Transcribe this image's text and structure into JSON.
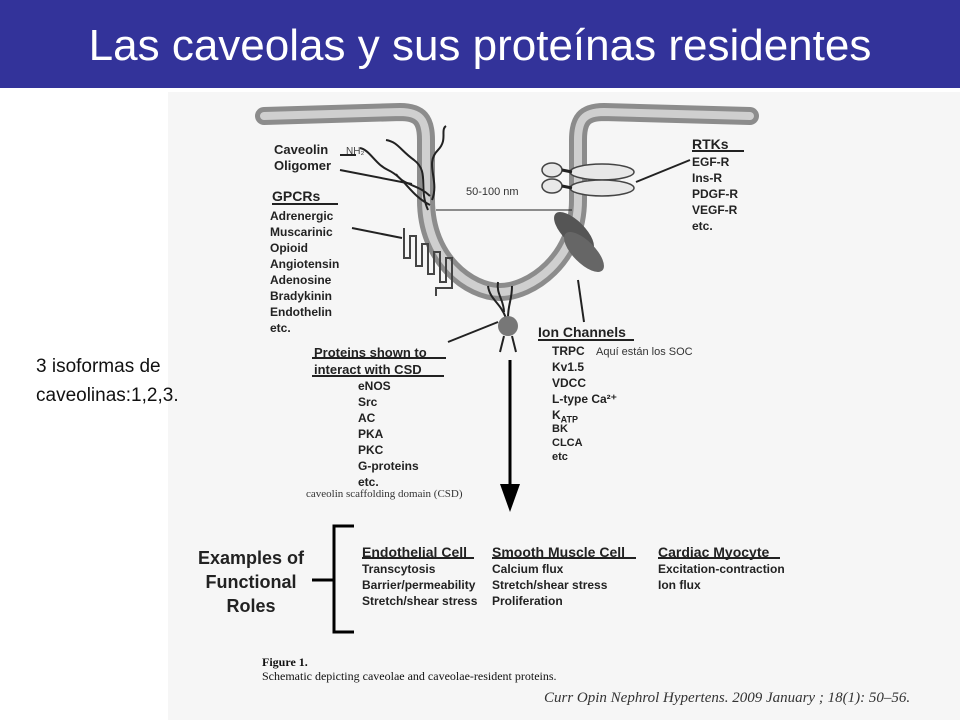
{
  "slide": {
    "title": "Las caveolas y sus proteínas residentes",
    "side_note_line1": "3 isoformas de",
    "side_note_line2": "caveolinas:1,2,3."
  },
  "figure": {
    "caveolin_title": [
      "Caveolin",
      "Oligomer"
    ],
    "nh2": "NH₂",
    "size_label": "50-100 nm",
    "gpcrs_title": "GPCRs",
    "gpcrs_items": [
      "Adrenergic",
      "Muscarinic",
      "Opioid",
      "Angiotensin",
      "Adenosine",
      "Bradykinin",
      "Endothelin",
      "etc."
    ],
    "rtks_title": "RTKs",
    "rtks_items": [
      "EGF-R",
      "Ins-R",
      "PDGF-R",
      "VEGF-R",
      "etc."
    ],
    "ion_title": "Ion Channels",
    "ion_items": [
      "TRPC",
      "Kv1.5",
      "VDCC",
      "L-type Ca²⁺",
      "K",
      "BK",
      "CLCA",
      "etc"
    ],
    "ion_katp_sub": "ATP",
    "soc_note": "Aquí están los SOC",
    "csd_title": [
      "Proteins shown to",
      "interact with CSD"
    ],
    "csd_items": [
      "eNOS",
      "Src",
      "AC",
      "PKA",
      "PKC",
      "G-proteins",
      "etc."
    ],
    "csd_caption": "caveolin scaffolding domain (CSD)",
    "functional_title": [
      "Examples of",
      "Functional",
      "Roles"
    ],
    "columns": [
      {
        "title": "Endothelial Cell",
        "items": [
          "Transcytosis",
          "Barrier/permeability",
          "Stretch/shear stress"
        ]
      },
      {
        "title": "Smooth Muscle Cell",
        "items": [
          "Calcium flux",
          "Stretch/shear stress",
          "Proliferation"
        ]
      },
      {
        "title": "Cardiac Myocyte",
        "items": [
          "Excitation-contraction",
          "Ion flux"
        ]
      }
    ],
    "caption_label": "Figure 1.",
    "caption_text": "Schematic depicting caveolae and caveolae-resident proteins.",
    "citation": "Curr Opin Nephrol Hypertens. 2009 January ; 18(1): 50–56."
  },
  "colors": {
    "title_bar": "#33339a",
    "membrane": "#9a9a9a",
    "protein": "#666666"
  }
}
